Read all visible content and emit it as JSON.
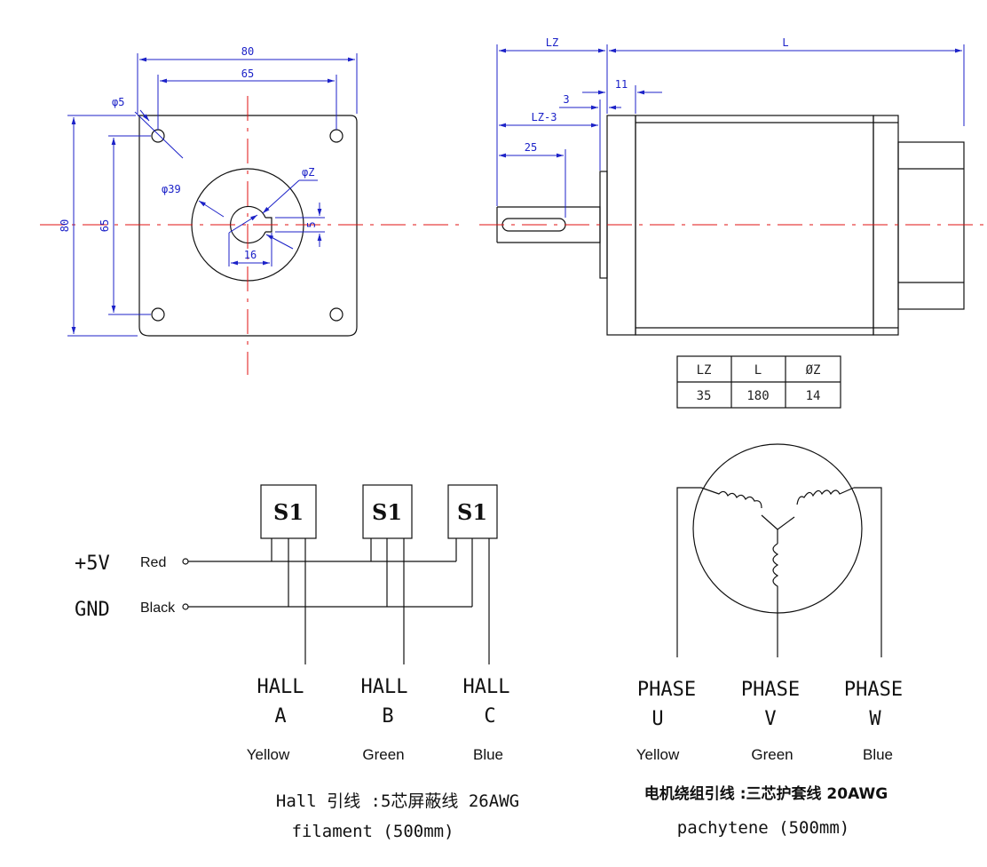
{
  "front_view": {
    "width": "80",
    "hole_spacing_h": "65",
    "hole_dia": "φ5",
    "height": "80",
    "hole_spacing_v": "65",
    "pilot_dia": "φ39",
    "shaft_dia": "φZ",
    "key_width": "5",
    "flat": "16"
  },
  "side_view": {
    "lz": "LZ",
    "l": "L",
    "d11": "11",
    "d3": "3",
    "lz3": "LZ-3",
    "d25": "25"
  },
  "table": {
    "headers": [
      "LZ",
      "L",
      "ØZ"
    ],
    "values": [
      "35",
      "180",
      "14"
    ]
  },
  "hall": {
    "chips": [
      "S1",
      "S1",
      "S1"
    ],
    "power_label": "+5V",
    "power_wire": "Red",
    "gnd_label": "GND",
    "gnd_wire": "Black",
    "outputs": [
      {
        "line1": "HALL",
        "line2": "A",
        "color": "Yellow"
      },
      {
        "line1": "HALL",
        "line2": "B",
        "color": "Green"
      },
      {
        "line1": "HALL",
        "line2": "C",
        "color": "Blue"
      }
    ],
    "caption_line1": "Hall 引线 :5芯屏蔽线 26AWG",
    "caption_line2": "filament (500mm)"
  },
  "phase": {
    "outputs": [
      {
        "line1": "PHASE",
        "line2": "U",
        "color": "Yellow"
      },
      {
        "line1": "PHASE",
        "line2": "V",
        "color": "Green"
      },
      {
        "line1": "PHASE",
        "line2": "W",
        "color": "Blue"
      }
    ],
    "caption_line1": "电机绕组引线 :三芯护套线 20AWG",
    "caption_line2": "pachytene (500mm)"
  },
  "colors": {
    "dimension": "#1c22c8",
    "centerline": "#e01010",
    "outline": "#111111"
  }
}
